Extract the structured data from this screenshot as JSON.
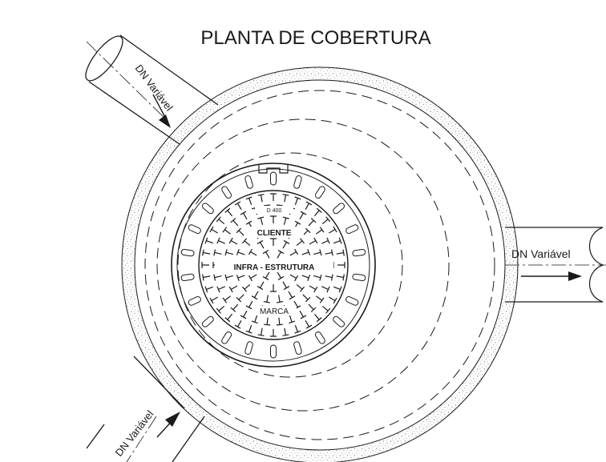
{
  "title": "PLANTA DE COBERTURA",
  "pipes": [
    {
      "label": "DN Variável"
    },
    {
      "label": "DN Variável"
    },
    {
      "label": "DN Variável"
    }
  ],
  "cover": {
    "rating": "D 400",
    "line1": "CLIENTE",
    "line2": "INFRA - ESTRUTURA",
    "line3": "MARCA"
  },
  "colors": {
    "line": "#1a1a1a",
    "background": "#ffffff"
  }
}
